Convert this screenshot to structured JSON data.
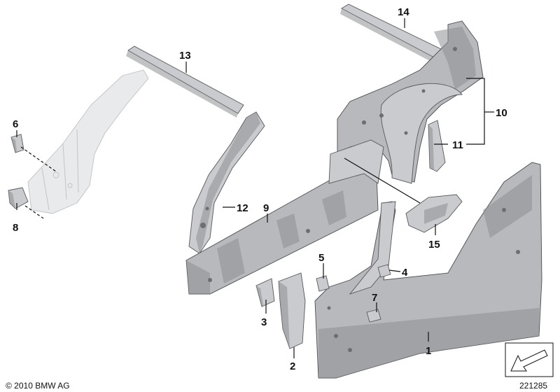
{
  "callouts": [
    "1",
    "2",
    "3",
    "4",
    "5",
    "6",
    "7",
    "8",
    "9",
    "10",
    "11",
    "12",
    "13",
    "14",
    "15"
  ],
  "copyright": "© 2010 BMW AG",
  "catalog_number": "221285"
}
